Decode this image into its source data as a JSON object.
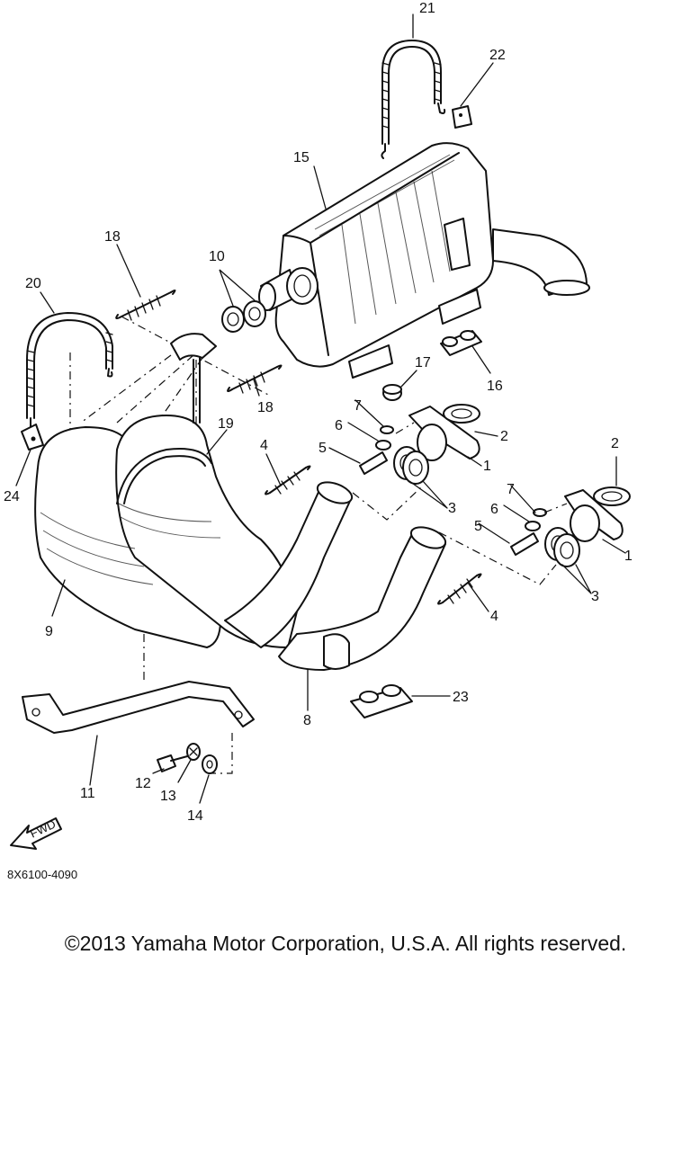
{
  "callouts": {
    "c1a": "1",
    "c1b": "1",
    "c2a": "2",
    "c2b": "2",
    "c3a": "3",
    "c3b": "3",
    "c4a": "4",
    "c4b": "4",
    "c5a": "5",
    "c5b": "5",
    "c6a": "6",
    "c6b": "6",
    "c7a": "7",
    "c7b": "7",
    "c8": "8",
    "c9": "9",
    "c10": "10",
    "c11": "11",
    "c12": "12",
    "c13": "13",
    "c14": "14",
    "c15": "15",
    "c16": "16",
    "c17": "17",
    "c18a": "18",
    "c18b": "18",
    "c19": "19",
    "c20": "20",
    "c21": "21",
    "c22": "22",
    "c23": "23",
    "c24": "24"
  },
  "fwd_label": "FWD",
  "drawing_code": "8X6100-4090",
  "copyright": "©2013 Yamaha Motor Corporation, U.S.A. All rights reserved."
}
